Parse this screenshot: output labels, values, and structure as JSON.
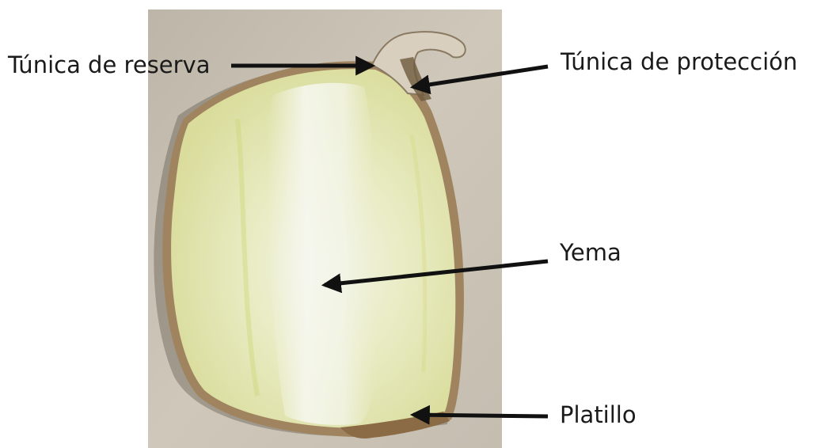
{
  "labels": {
    "tunica_reserva": "Túnica de reserva",
    "tunica_proteccion": "Túnica de protección",
    "yema": "Yema",
    "platillo": "Platillo"
  },
  "colors": {
    "background_photo": "#c9c2b4",
    "clove_flesh": "#e6e9b4",
    "clove_core": "#f1f2e6",
    "skin_edge": "#a08460",
    "arrow": "#111111"
  }
}
